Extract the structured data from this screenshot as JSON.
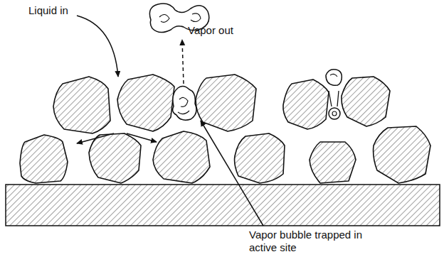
{
  "diagram": {
    "labels": [
      "Liquid in",
      "Vapor out",
      "Vapor bubble trapped in active site"
    ]
  }
}
